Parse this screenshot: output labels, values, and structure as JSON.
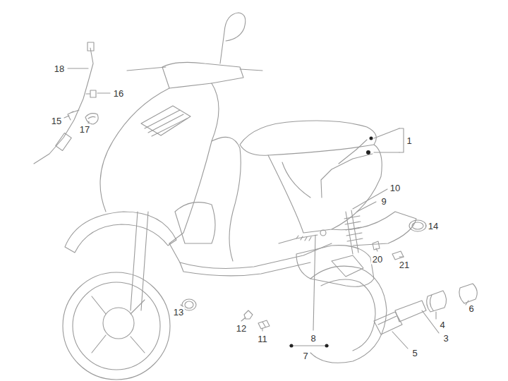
{
  "diagram": {
    "labels": [
      "18",
      "16",
      "15",
      "17",
      "1",
      "10",
      "9",
      "14",
      "20",
      "21",
      "6",
      "4",
      "3",
      "5",
      "13",
      "12",
      "11",
      "8",
      "7"
    ]
  }
}
